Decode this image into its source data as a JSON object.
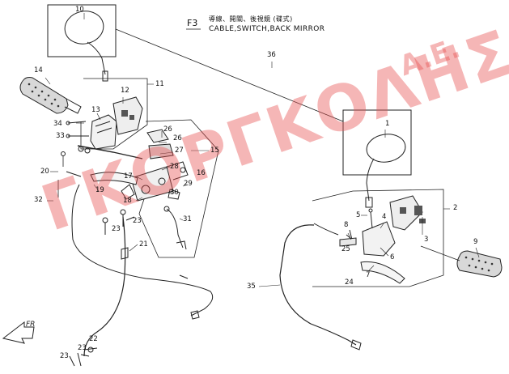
{
  "header": {
    "code": "F3",
    "title_cjk": "導線、開關、後視鏡  (碟式)",
    "title_en": "CABLE,SWITCH,BACK MIRROR"
  },
  "watermark": {
    "main": "ΓΚΟΡΓΚΟΛΗΣ",
    "sub": "A.E."
  },
  "direction": {
    "label": "FR"
  },
  "part_labels": [
    "1",
    "2",
    "3",
    "4",
    "5",
    "6",
    "7",
    "8",
    "9",
    "10",
    "11",
    "12",
    "13",
    "14",
    "15",
    "16",
    "17",
    "18",
    "19",
    "20",
    "21",
    "22",
    "23",
    "23",
    "23",
    "23",
    "24",
    "25",
    "26",
    "26",
    "27",
    "28",
    "29",
    "30",
    "31",
    "32",
    "33",
    "34",
    "35",
    "36"
  ],
  "colors": {
    "watermark": "#e85050",
    "line": "#222222",
    "grip": "#d8d8d8"
  }
}
